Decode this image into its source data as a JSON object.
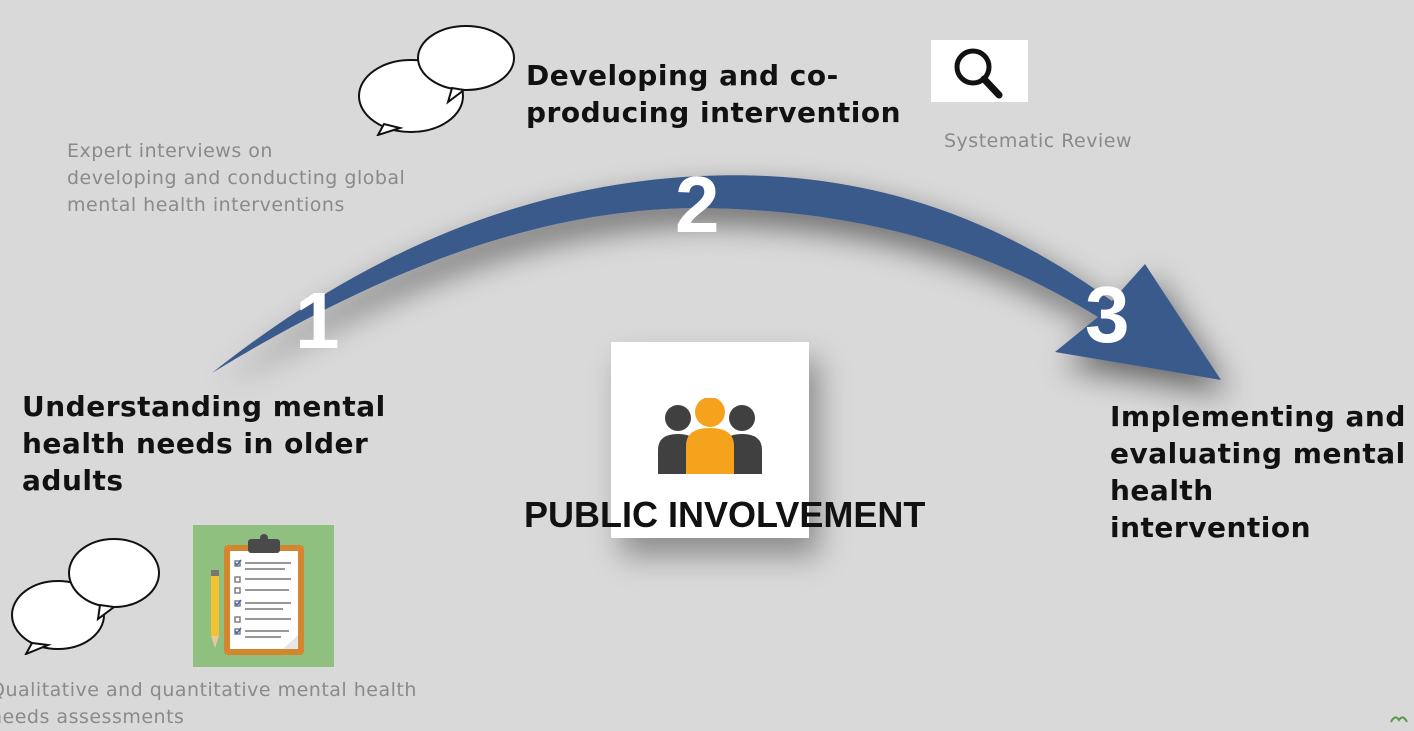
{
  "steps": [
    {
      "number": "1",
      "title_lines": [
        "Understanding mental",
        "health needs in older",
        "adults"
      ]
    },
    {
      "number": "2",
      "title_lines": [
        "Developing and co-",
        "producing intervention"
      ]
    },
    {
      "number": "3",
      "title_lines": [
        "Implementing and",
        "evaluating mental",
        "health intervention"
      ]
    }
  ],
  "methods": {
    "expert_interviews_lines": [
      "Expert interviews on",
      "developing and conducting global",
      "mental health interventions"
    ],
    "systematic_review": "Systematic Review",
    "needs_assessments_lines": [
      "Qualitative and quantitative mental health",
      "needs assessments"
    ]
  },
  "center": {
    "label": "PUBLIC INVOLVEMENT"
  },
  "colors": {
    "arrow": "#3a5a8c",
    "people_center": "#f5a31d",
    "people_side": "#404040",
    "clipboard_bg": "#8fc07f"
  },
  "icons": [
    "speech-bubbles-icon",
    "magnifier-icon",
    "people-group-icon",
    "clipboard-icon",
    "pencil-icon",
    "logo-icon"
  ]
}
